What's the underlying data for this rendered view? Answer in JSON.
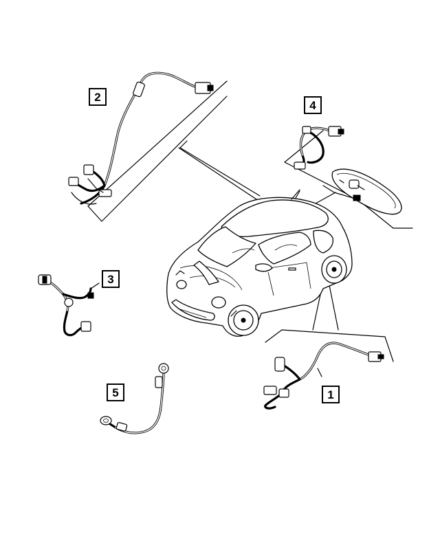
{
  "callouts": [
    {
      "id": "callout-1",
      "label": "1"
    },
    {
      "id": "callout-2",
      "label": "2"
    },
    {
      "id": "callout-3",
      "label": "3"
    },
    {
      "id": "callout-4",
      "label": "4"
    },
    {
      "id": "callout-5",
      "label": "5"
    }
  ],
  "colors": {
    "line": "#000000",
    "background": "#ffffff"
  }
}
